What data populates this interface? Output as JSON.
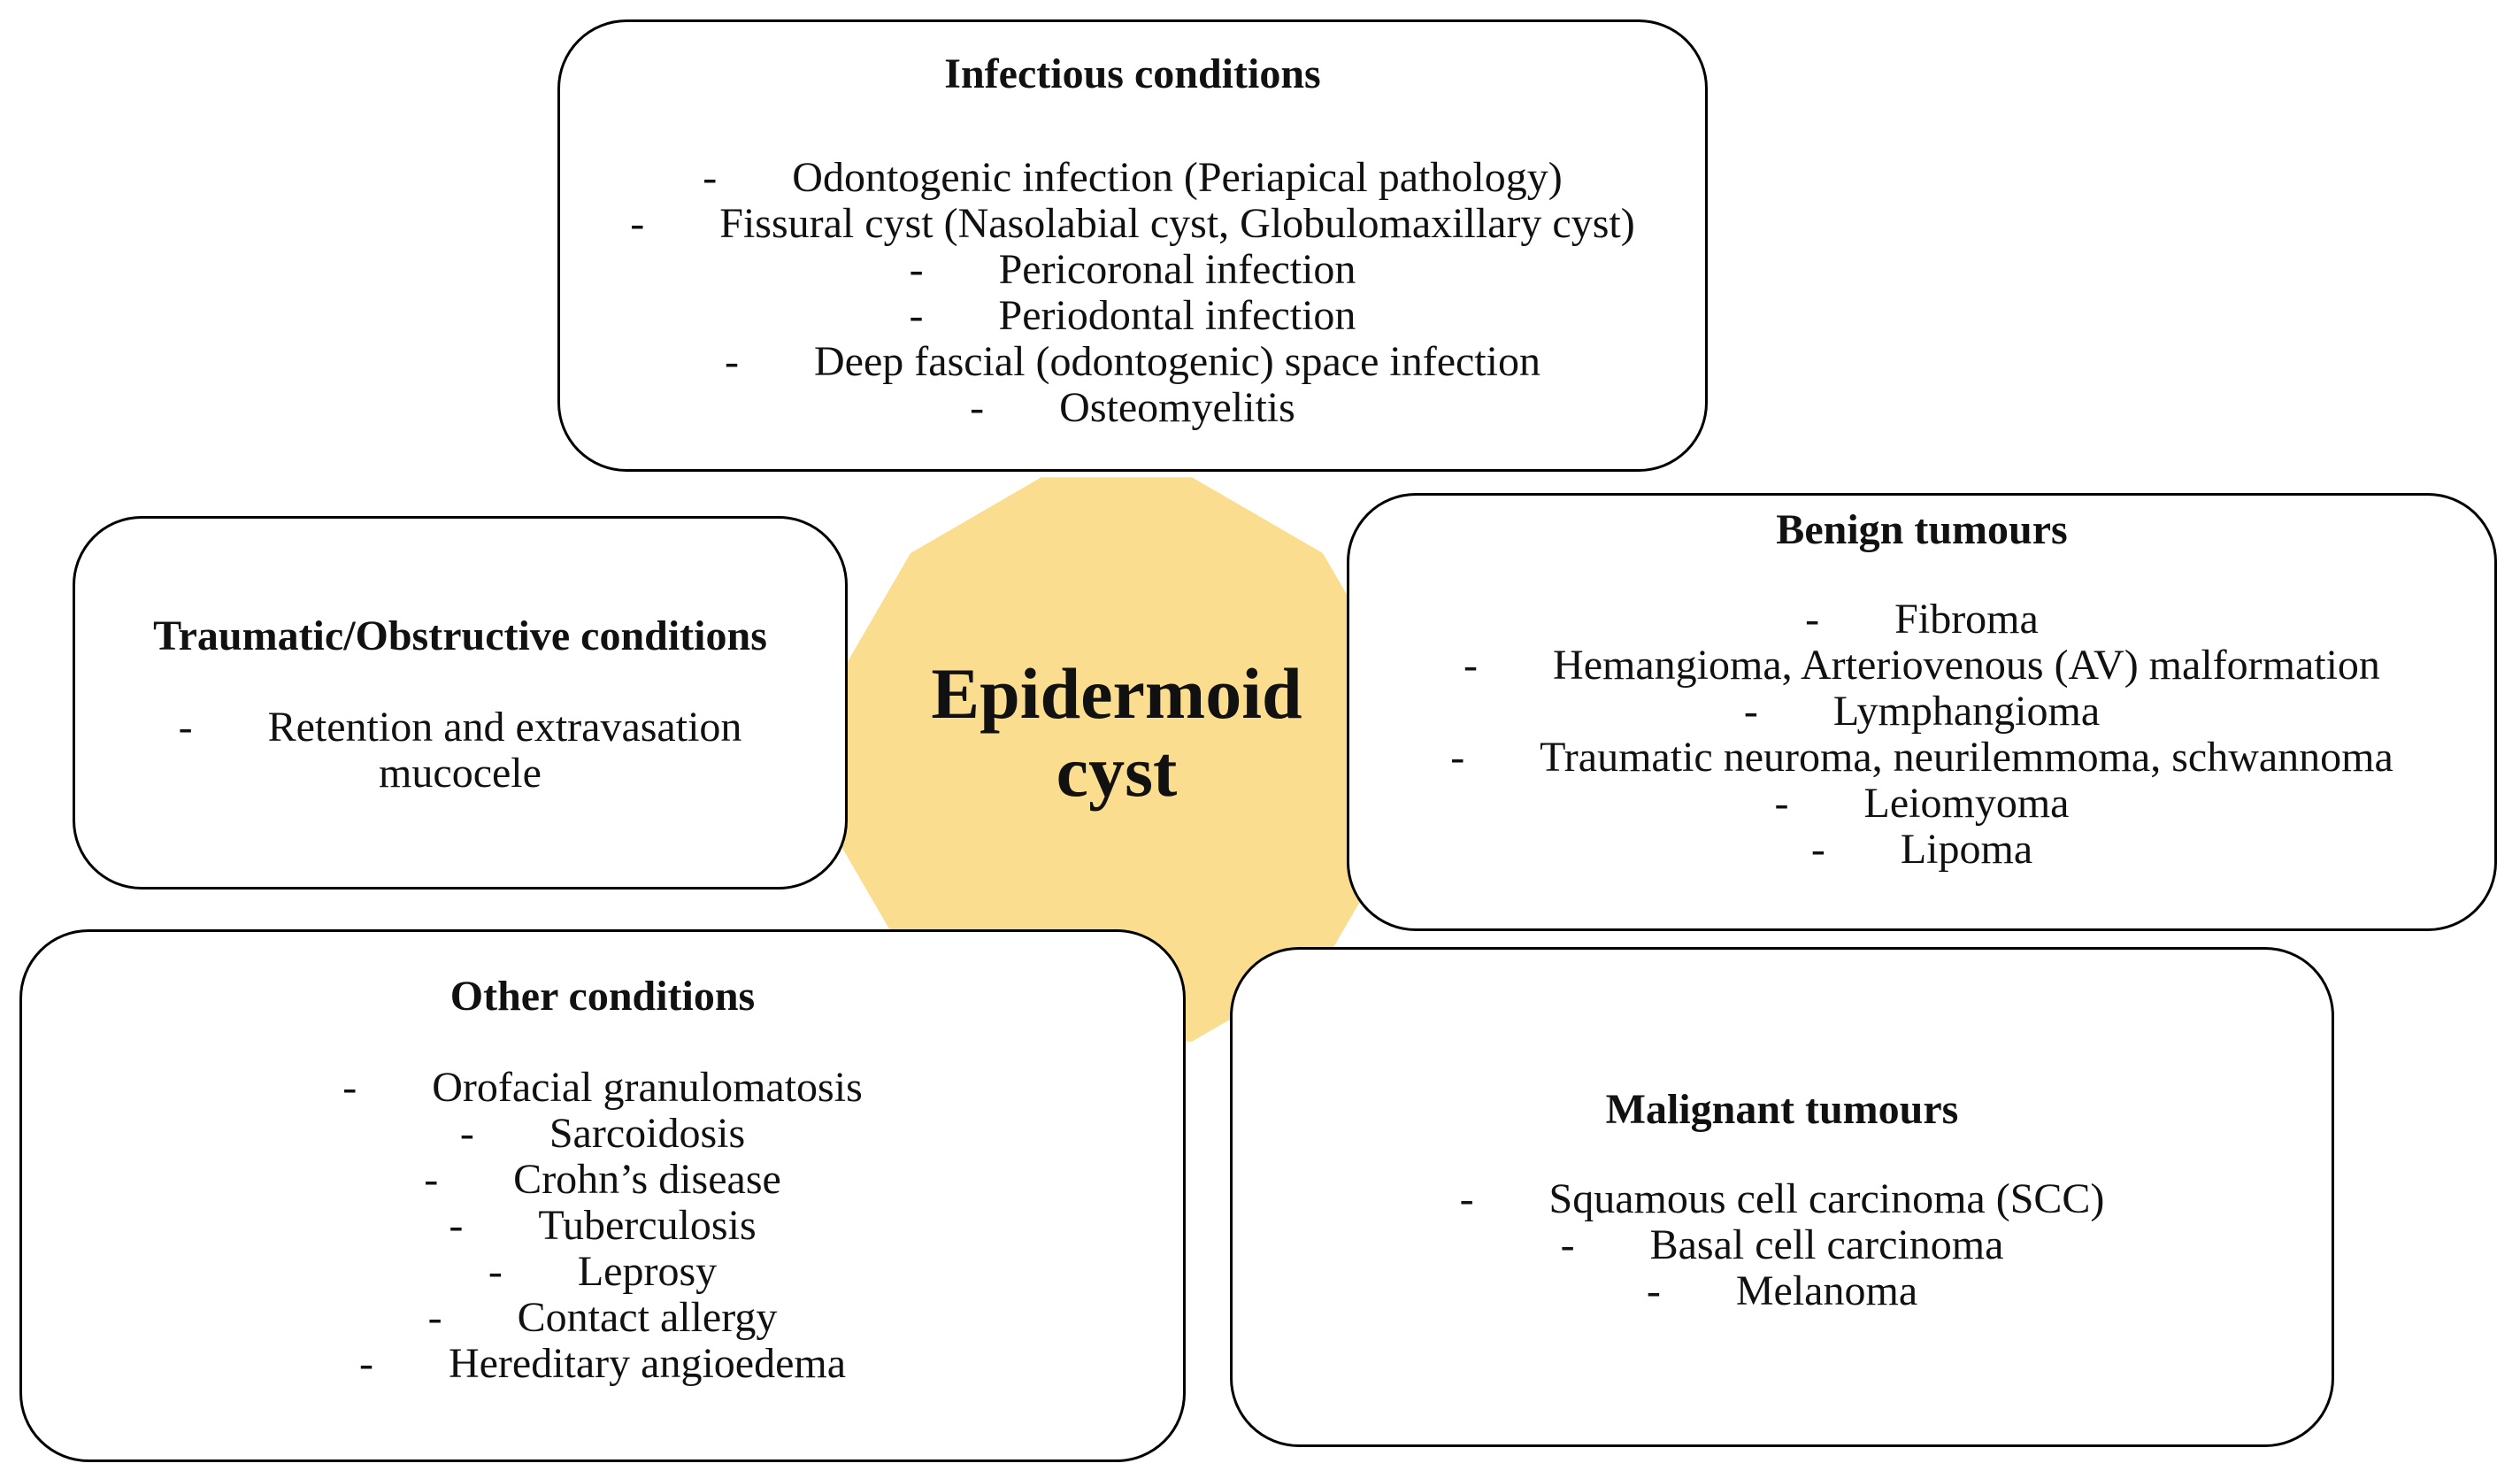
{
  "center": {
    "line1": "Epidermoid",
    "line2": "cyst"
  },
  "bullet_char": "-",
  "colors": {
    "circle_fill": "#FBDD8F",
    "box_border": "#000000",
    "text": "#111111",
    "background": "#FFFFFF"
  },
  "boxes": [
    {
      "id": "infectious",
      "title": "Infectious conditions",
      "items": [
        [
          "Odontogenic infection (Periapical pathology)"
        ],
        [
          "Fissural cyst (Nasolabial cyst, Globulomaxillary cyst)"
        ],
        [
          "Pericoronal infection"
        ],
        [
          "Periodontal infection"
        ],
        [
          "Deep fascial (odontogenic) space infection"
        ],
        [
          "Osteomyelitis"
        ]
      ]
    },
    {
      "id": "traumatic",
      "title": "Traumatic/Obstructive conditions",
      "items": [
        [
          "Retention and extravasation",
          "mucocele"
        ]
      ]
    },
    {
      "id": "benign",
      "title": "Benign tumours",
      "items": [
        [
          "Fibroma"
        ],
        [
          "Hemangioma, Arteriovenous (AV) malformation"
        ],
        [
          "Lymphangioma"
        ],
        [
          "Traumatic neuroma, neurilemmoma, schwannoma"
        ],
        [
          "Leiomyoma"
        ],
        [
          "Lipoma"
        ]
      ]
    },
    {
      "id": "other",
      "title": "Other conditions",
      "items": [
        [
          "Orofacial granulomatosis"
        ],
        [
          "Sarcoidosis"
        ],
        [
          "Crohn’s disease"
        ],
        [
          "Tuberculosis"
        ],
        [
          "Leprosy"
        ],
        [
          "Contact allergy"
        ],
        [
          "Hereditary angioedema"
        ]
      ]
    },
    {
      "id": "malignant",
      "title": "Malignant tumours",
      "items": [
        [
          "Squamous cell carcinoma (SCC)"
        ],
        [
          "Basal cell carcinoma"
        ],
        [
          "Melanoma"
        ]
      ]
    }
  ]
}
